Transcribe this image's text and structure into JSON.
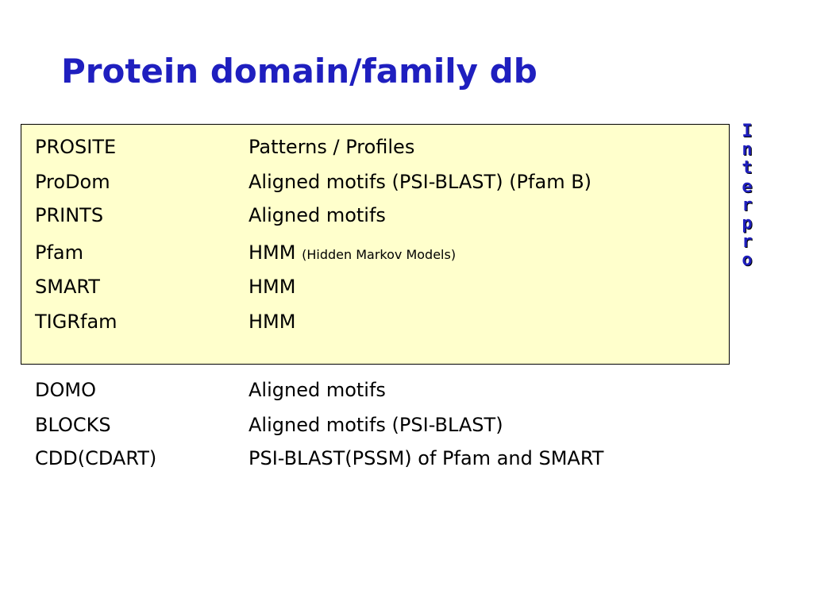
{
  "slide": {
    "title": "Protein domain/family db",
    "colors": {
      "title": "#1f1fbf",
      "box_background": "#ffffcc",
      "interpro": "#1f1fbf"
    },
    "interpro_letters": [
      "I",
      "n",
      "t",
      "e",
      "r",
      "p",
      "r",
      "o"
    ],
    "boxed_rows": [
      {
        "db": "PROSITE",
        "desc": "Patterns / Profiles",
        "note": ""
      },
      {
        "db": "ProDom",
        "desc": "Aligned motifs (PSI-BLAST) (Pfam B)",
        "note": ""
      },
      {
        "db": "PRINTS",
        "desc": "Aligned motifs",
        "note": ""
      },
      {
        "db": "Pfam",
        "desc": "HMM",
        "note": "(Hidden Markov Models)"
      },
      {
        "db": "SMART",
        "desc": "HMM",
        "note": ""
      },
      {
        "db": "TIGRfam",
        "desc": "HMM",
        "note": ""
      }
    ],
    "other_rows": [
      {
        "db": "DOMO",
        "desc": "Aligned motifs"
      },
      {
        "db": "BLOCKS",
        "desc": "Aligned motifs (PSI-BLAST)"
      },
      {
        "db": "CDD(CDART)",
        "desc": "PSI-BLAST(PSSM) of Pfam and SMART"
      }
    ]
  }
}
